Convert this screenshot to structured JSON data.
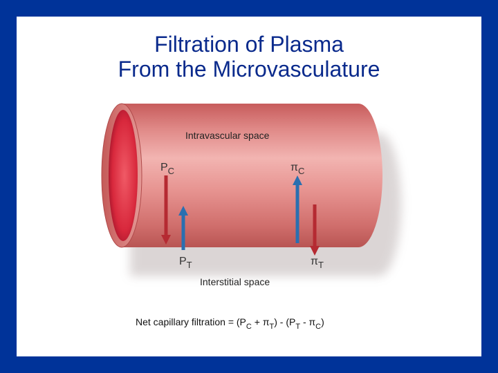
{
  "title": {
    "line1": "Filtration of Plasma",
    "line2": "From the Microvasculature"
  },
  "diagram": {
    "intravascular_label": "Intravascular space",
    "interstitial_label": "Interstitial space",
    "pc": {
      "main": "P",
      "sub": "C"
    },
    "pic": {
      "main": "π",
      "sub": "C"
    },
    "pt": {
      "main": "P",
      "sub": "T"
    },
    "pit": {
      "main": "π",
      "sub": "T"
    },
    "formula": {
      "prefix": "Net capillary filtration = (P",
      "sub1": "C",
      "mid1": " + π",
      "sub2": "T",
      "mid2": ") - (P",
      "sub3": "T",
      "mid3": " - π",
      "sub4": "C",
      "suffix": ")"
    }
  },
  "colors": {
    "frame": "#003399",
    "title": "#0a2a8c",
    "vessel": "#d96b6b",
    "arrow_red": "#b52a32",
    "arrow_blue": "#2a6fb0"
  }
}
